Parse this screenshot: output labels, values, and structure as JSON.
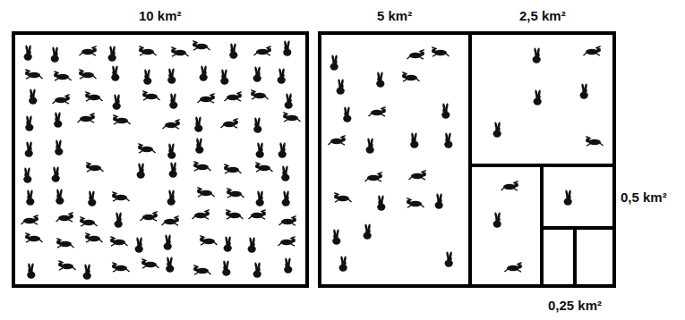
{
  "diagram": {
    "nodes": [
      {
        "text": [
          "10 km²"
        ]
      },
      {
        "text": [
          "5 km²"
        ]
      },
      {
        "text": [
          "2,5 km²"
        ]
      },
      {
        "text": [
          "0,5 km²"
        ]
      }
    ],
    "labels": [
      "0,25 km²"
    ]
  }
}
